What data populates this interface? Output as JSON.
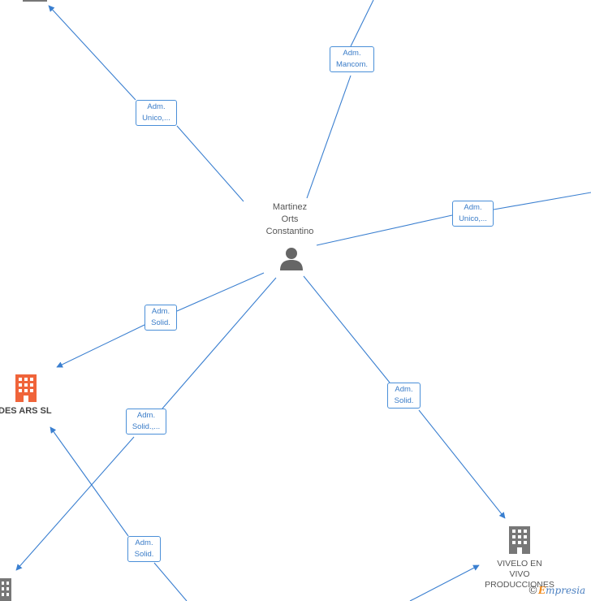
{
  "colors": {
    "edge": "#3a7fd0",
    "label_border": "#4a8fd8",
    "label_text": "#3a7cc8",
    "person_icon": "#666666",
    "company_icon_gray": "#777777",
    "company_icon_highlight": "#f0643a",
    "watermark_e": "#f08a1c"
  },
  "person": {
    "name_lines": [
      "Martinez",
      "Orts",
      "Constantino"
    ],
    "icon": "person-icon"
  },
  "companies": [
    {
      "id": "arts",
      "label_lines": [
        "DES ARS  SL"
      ],
      "icon": "building-icon",
      "highlight": true
    },
    {
      "id": "vivelo",
      "label_lines": [
        "VIVELO EN",
        "VIVO",
        "PRODUCCIONES"
      ],
      "icon": "building-icon",
      "highlight": false
    },
    {
      "id": "top-left",
      "label_lines": [],
      "icon": "building-icon",
      "highlight": false
    },
    {
      "id": "bottom-left",
      "label_lines": [],
      "icon": "building-icon",
      "highlight": false
    }
  ],
  "edge_labels": [
    {
      "id": "adm-unico-1",
      "lines": [
        "Adm.",
        "Unico,..."
      ]
    },
    {
      "id": "adm-mancom",
      "lines": [
        "Adm.",
        "Mancom."
      ]
    },
    {
      "id": "adm-unico-2",
      "lines": [
        "Adm.",
        "Unico,..."
      ]
    },
    {
      "id": "adm-solid-1",
      "lines": [
        "Adm.",
        "Solid."
      ]
    },
    {
      "id": "adm-solid-2",
      "lines": [
        "Adm.",
        "Solid."
      ]
    },
    {
      "id": "adm-solid-3",
      "lines": [
        "Adm.",
        "Solid.,..."
      ]
    },
    {
      "id": "adm-solid-4",
      "lines": [
        "Adm.",
        "Solid."
      ]
    }
  ],
  "watermark": {
    "copyright": "©",
    "brand_initial": "E",
    "brand_rest": "mpresia"
  }
}
